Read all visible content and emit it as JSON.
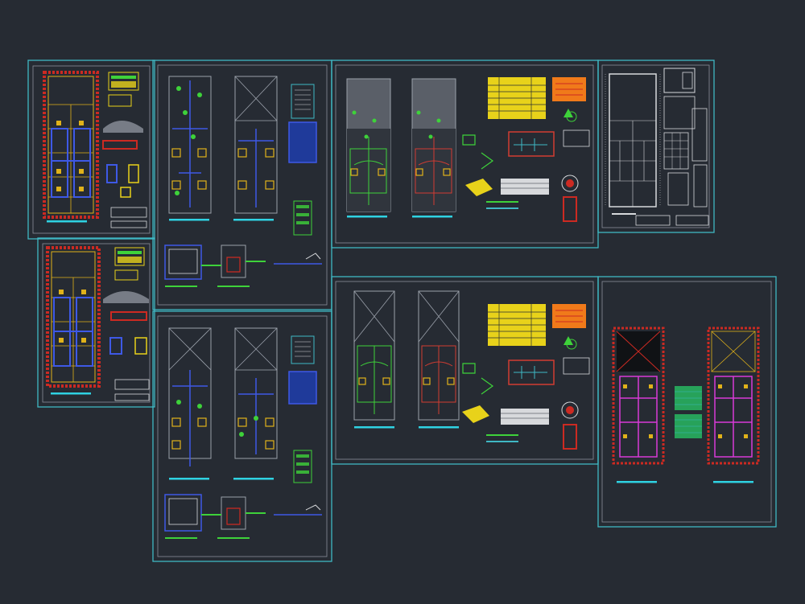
{
  "colors": {
    "background": "#262b33",
    "sheet_frame": "#3fb8c4",
    "sheet_inner": "#8a8f99",
    "wall": "#cc2a22",
    "wall_grid": "#e0b21a",
    "water_blue": "#3e59e6",
    "sanitary_green": "#3ed23a",
    "electric_red": "#d23c32",
    "yellow": "#e8d21a",
    "magenta": "#d83ad8",
    "white_line": "#d7d9dc",
    "cyan_label": "#2fd2e2",
    "table_green": "#27a25a",
    "orange": "#f07a1a"
  },
  "icons": [
    "north-arrow-icon"
  ],
  "sheets": [
    {
      "id": "sheet-1",
      "kind": "plan-red-yellow"
    },
    {
      "id": "sheet-2",
      "kind": "plan-red-yellow"
    },
    {
      "id": "sheet-3",
      "kind": "water-supply"
    },
    {
      "id": "sheet-4",
      "kind": "water-supply"
    },
    {
      "id": "sheet-5",
      "kind": "electrical"
    },
    {
      "id": "sheet-6",
      "kind": "electrical"
    },
    {
      "id": "sheet-7",
      "kind": "architecture-white"
    },
    {
      "id": "sheet-8",
      "kind": "structural-magenta"
    }
  ]
}
